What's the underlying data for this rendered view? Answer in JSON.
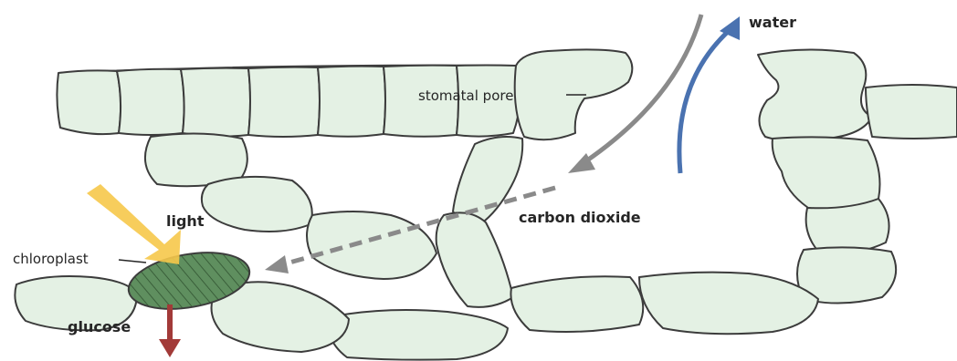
{
  "diagram": {
    "labels": {
      "water": "water",
      "stomatal_pore": "stomatal pore",
      "carbon_dioxide": "carbon dioxide",
      "light": "light",
      "chloroplast": "chloroplast",
      "glucose": "glucose"
    },
    "colors": {
      "cell_fill": "#e4f1e4",
      "cell_outline": "#3c3c3c",
      "water_arrow": "#4a72b0",
      "incoming_arrow": "#8a8a8a",
      "co2_arrow": "#8a8a8a",
      "light_arrow": "#f6c84a",
      "chloroplast_fill": "#5f8f5f",
      "glucose_arrow": "#a23a38",
      "label_text": "#262626"
    }
  }
}
